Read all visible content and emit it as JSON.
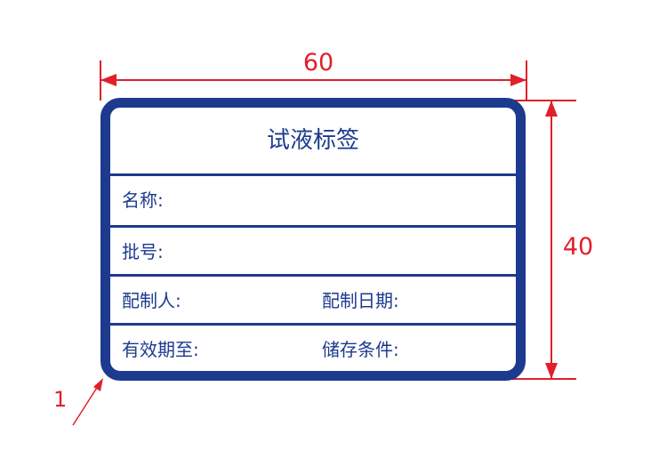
{
  "diagram": {
    "dimension_width": "60",
    "dimension_height": "40",
    "callout_number": "1"
  },
  "label": {
    "title": "试液标签",
    "fields": {
      "name": "名称:",
      "batch_number": "批号:",
      "prepared_by": "配制人:",
      "preparation_date": "配制日期:",
      "valid_until": "有效期至:",
      "storage_conditions": "储存条件:"
    }
  },
  "colors": {
    "label_border": "#1d3a8e",
    "dimension_lines": "#e0202a"
  }
}
